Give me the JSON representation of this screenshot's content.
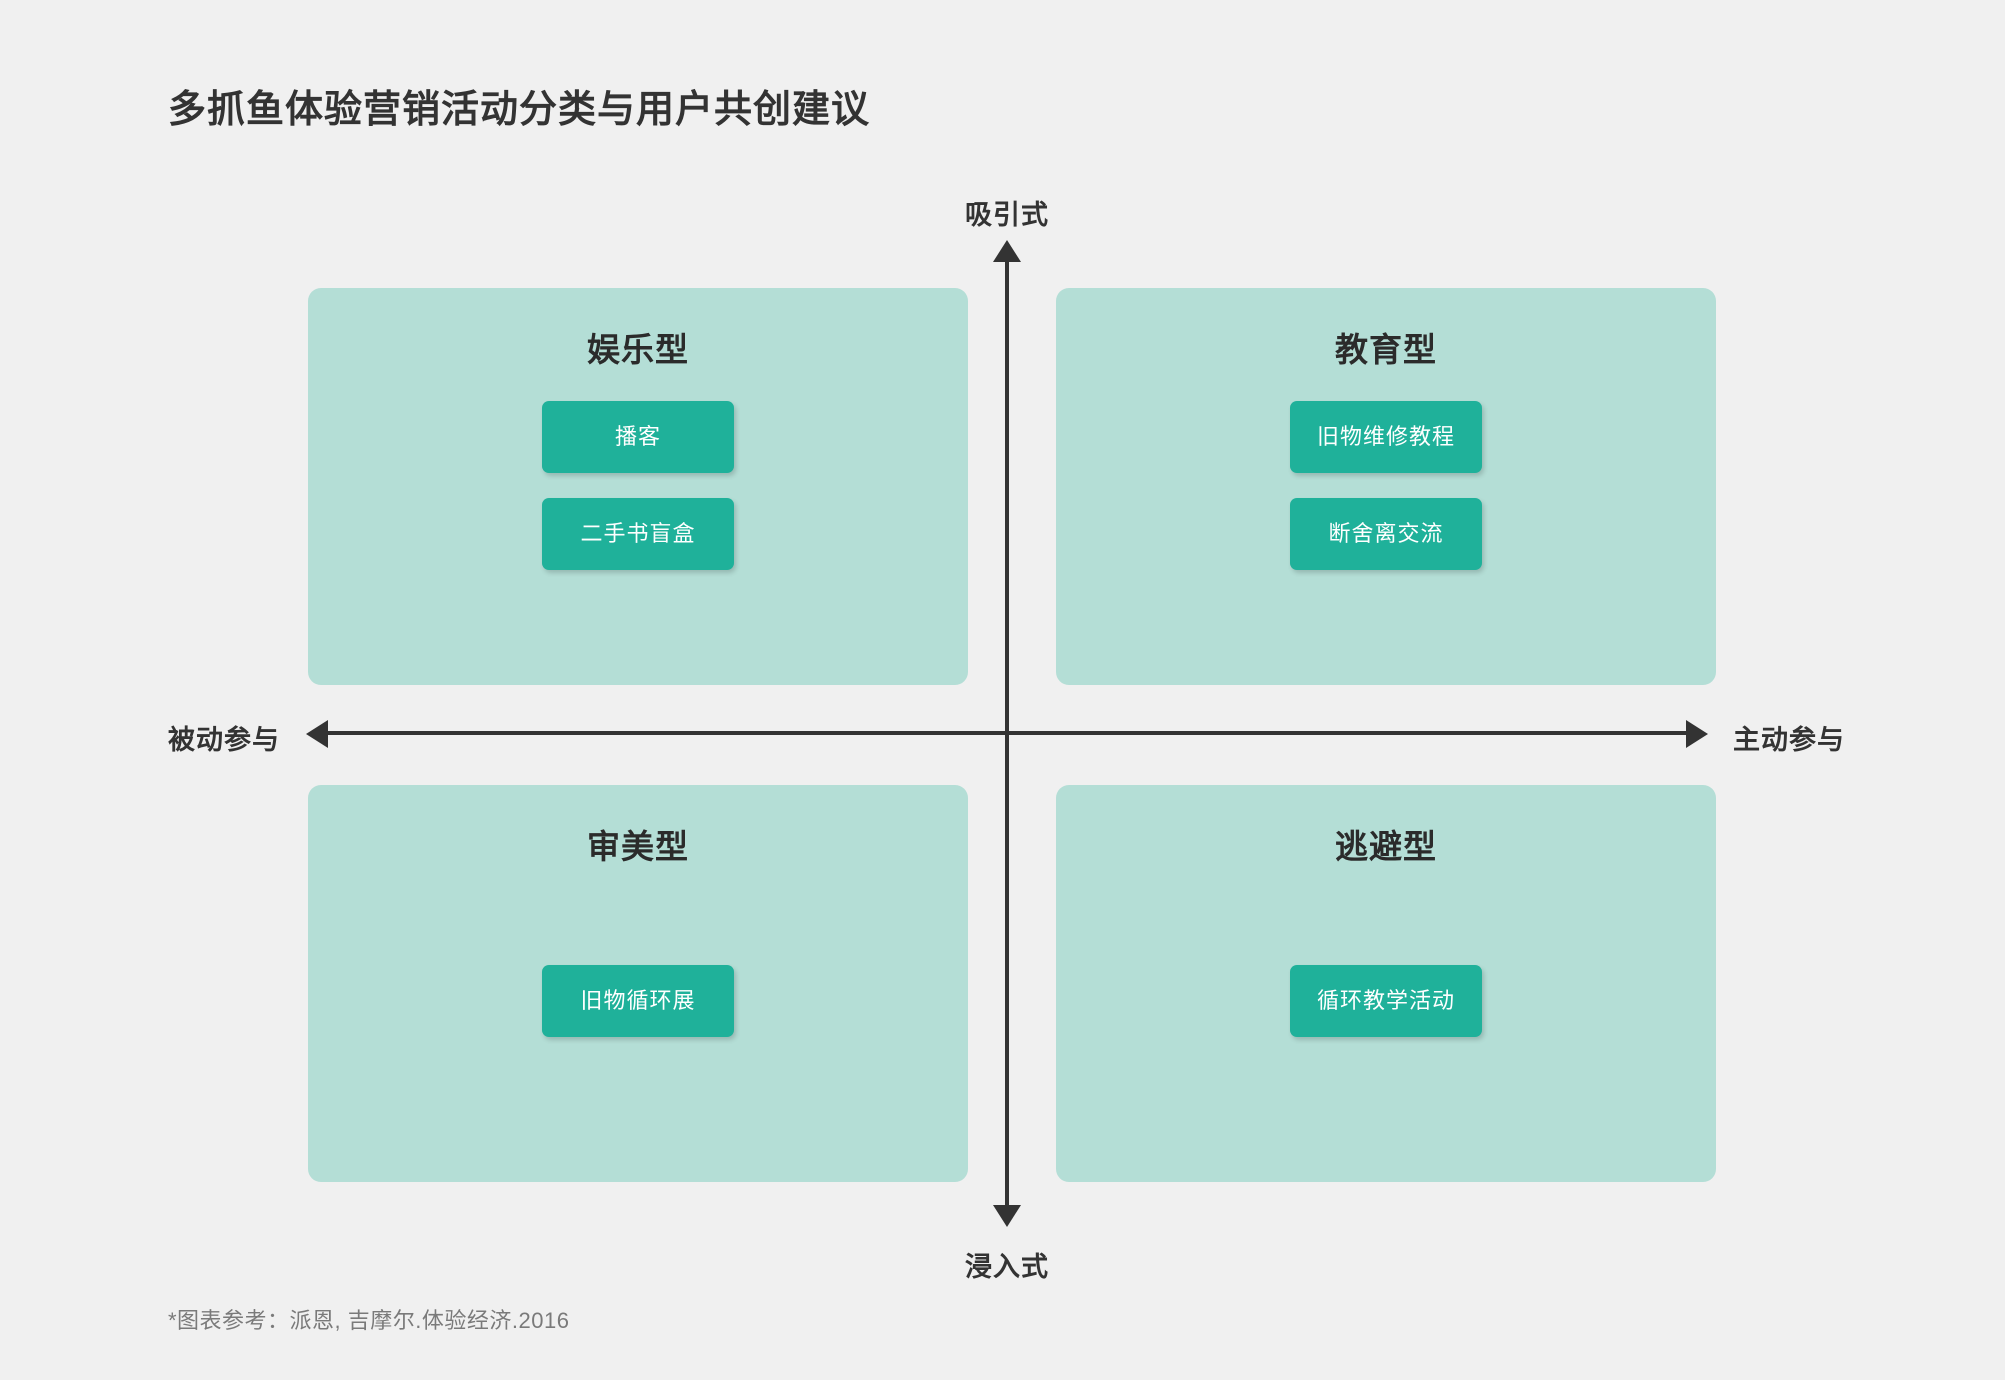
{
  "page": {
    "title": "多抓鱼体验营销活动分类与用户共创建议",
    "footnote": "*图表参考：派恩, 吉摩尔.体验经济.2016",
    "background_color": "#f0f0f0"
  },
  "colors": {
    "quadrant_fill": "#b4ded6",
    "chip_fill": "#1fb19a",
    "chip_text": "#ffffff",
    "axis": "#333333",
    "title_text": "#333333",
    "footnote_text": "#7a7a7a"
  },
  "axes": {
    "vertical": {
      "top_label": "吸引式",
      "bottom_label": "浸入式",
      "top_arrow": "arrow-up-icon",
      "bottom_arrow": "arrow-down-icon"
    },
    "horizontal": {
      "left_label": "被动参与",
      "right_label": "主动参与",
      "left_arrow": "arrow-left-icon",
      "right_arrow": "arrow-right-icon"
    }
  },
  "chart_data": {
    "type": "scatter",
    "title": "多抓鱼体验营销活动分类与用户共创建议",
    "xlabel": "被动参与 ↔ 主动参与",
    "ylabel": "浸入式 ↔ 吸引式",
    "quadrants": [
      {
        "id": "entertainment",
        "position": "top-left",
        "label": "娱乐型",
        "x_axis_side": "被动参与",
        "y_axis_side": "吸引式",
        "items": [
          "播客",
          "二手书盲盒"
        ]
      },
      {
        "id": "education",
        "position": "top-right",
        "label": "教育型",
        "x_axis_side": "主动参与",
        "y_axis_side": "吸引式",
        "items": [
          "旧物维修教程",
          "断舍离交流"
        ]
      },
      {
        "id": "aesthetic",
        "position": "bottom-left",
        "label": "审美型",
        "x_axis_side": "被动参与",
        "y_axis_side": "浸入式",
        "items": [
          "旧物循环展"
        ]
      },
      {
        "id": "escapist",
        "position": "bottom-right",
        "label": "逃避型",
        "x_axis_side": "主动参与",
        "y_axis_side": "浸入式",
        "items": [
          "循环教学活动"
        ]
      }
    ],
    "legend": [],
    "grid": false,
    "source": "*图表参考：派恩, 吉摩尔.体验经济.2016"
  }
}
